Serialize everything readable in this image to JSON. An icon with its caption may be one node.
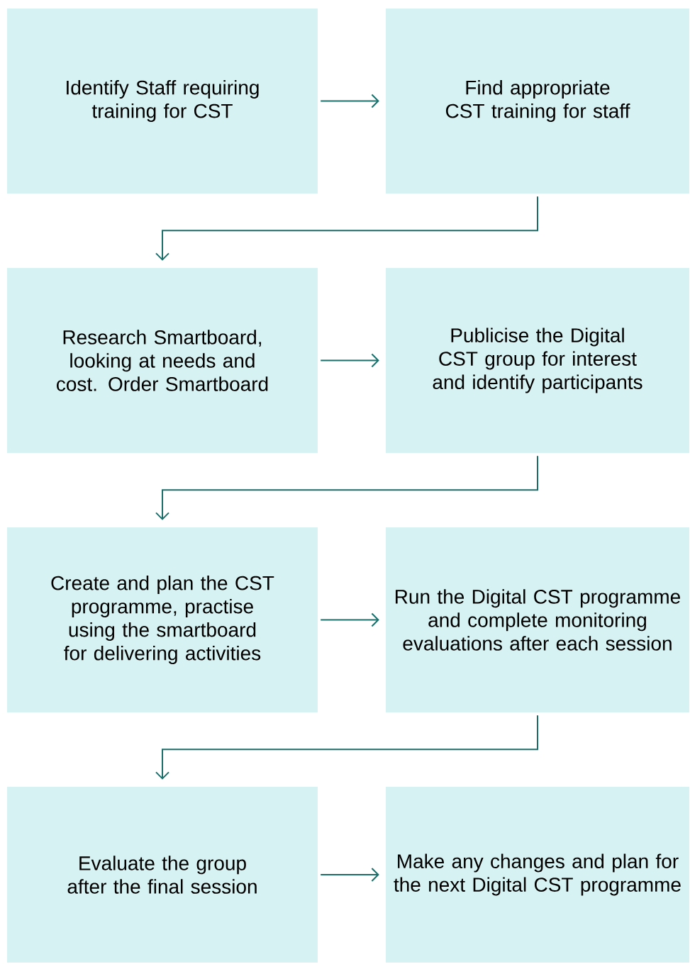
{
  "diagram": {
    "nodes": [
      {
        "text": [
          "Identify Staff requiring training for CST"
        ]
      },
      {
        "text": [
          "Find appropriate CST training for staff"
        ]
      },
      {
        "text": [
          "Research Smartboard, looking at needs and cost. Order Smartboard"
        ]
      },
      {
        "text": [
          "Publicise the Digital CST group for interest and identify participants"
        ]
      },
      {
        "text": [
          "Create and plan the CST programme, practise using the smartboard for delivering activities"
        ]
      },
      {
        "text": [
          "Run the Digital CST programme and complete monitoring evaluations after each session"
        ]
      },
      {
        "text": [
          "Evaluate the group after the final session"
        ]
      },
      {
        "text": [
          "Make any changes and plan for the next Digital CST programme"
        ]
      }
    ],
    "edges": [
      {
        "from": 0,
        "to": 1,
        "arrow": "to"
      },
      {
        "from": 1,
        "to": 2,
        "arrow": "to"
      },
      {
        "from": 2,
        "to": 3,
        "arrow": "to"
      },
      {
        "from": 3,
        "to": 4,
        "arrow": "to"
      },
      {
        "from": 4,
        "to": 5,
        "arrow": "to"
      },
      {
        "from": 5,
        "to": 6,
        "arrow": "to"
      },
      {
        "from": 6,
        "to": 7,
        "arrow": "to"
      }
    ]
  }
}
